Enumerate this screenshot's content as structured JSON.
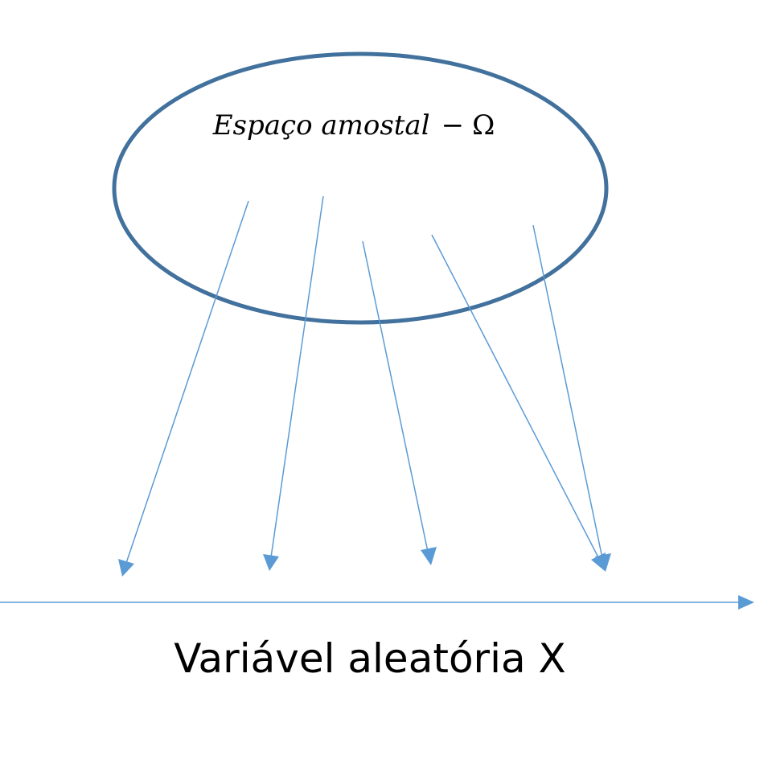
{
  "diagram": {
    "sample_space": {
      "name": "Espaço amostal",
      "operator": "−",
      "symbol": "Ω"
    },
    "axis_label": "Variável aleatória X",
    "colors": {
      "ellipse_stroke": "#41719c",
      "arrow": "#5b9bd5",
      "text": "#000000"
    }
  }
}
